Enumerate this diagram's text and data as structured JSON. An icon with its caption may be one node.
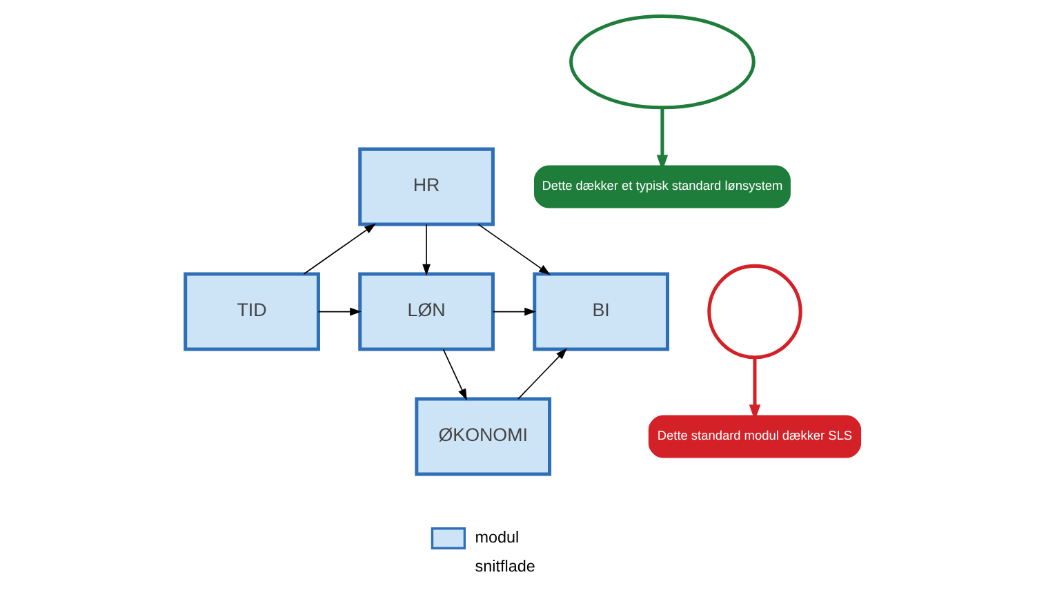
{
  "diagram": {
    "nodes": [
      {
        "text": [
          "HR"
        ]
      },
      {
        "text": [
          "Dette dækker et typisk standard lønsystem"
        ]
      },
      {
        "text": [],
        "shape": "ellipse"
      },
      {
        "text": [],
        "shape": "circle"
      },
      {
        "text": [
          "BI"
        ]
      },
      {
        "text": [
          "LØN"
        ]
      },
      {
        "text": [
          "TID"
        ]
      },
      {
        "text": [
          "Dette standard modul dækker SLS"
        ]
      },
      {
        "text": [
          "ØKONOMI"
        ]
      }
    ],
    "edges": [
      {
        "from": 0,
        "to": 5,
        "arrow": "to"
      },
      {
        "from": 0,
        "to": 4,
        "arrow": "to"
      },
      {
        "from": 6,
        "to": 0,
        "arrow": "to"
      },
      {
        "from": 6,
        "to": 5,
        "arrow": "to"
      },
      {
        "from": 5,
        "to": 4,
        "arrow": "to"
      },
      {
        "from": 5,
        "to": 8,
        "arrow": "to"
      },
      {
        "from": 8,
        "to": 4,
        "arrow": "to"
      },
      {
        "from": 2,
        "to": 1,
        "arrow": "to",
        "style": "thick",
        "color": "#1e7d3a"
      },
      {
        "from": 3,
        "to": 7,
        "arrow": "to",
        "style": "thick",
        "color": "#d42027"
      }
    ],
    "legend": [
      {
        "text": "modul",
        "color": "#cce4f6"
      },
      {
        "text": "snitflade"
      }
    ]
  }
}
